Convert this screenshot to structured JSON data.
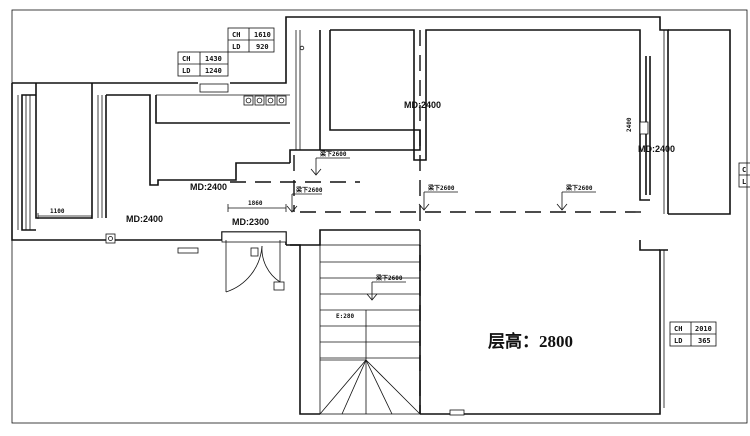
{
  "rooms": {
    "living": "MD:2400",
    "kitchen": "MD:2400",
    "upper": "MD:2400",
    "balcony_right": "MD:2400",
    "entrance": "MD:2300"
  },
  "floor_height": "层高：2800",
  "dims": {
    "left_width": "1100",
    "door_width": "1860",
    "right_length": "2400",
    "stair_step": "E:280"
  },
  "drops": {
    "d1": "梁下2600",
    "d2": "梁下2600",
    "d3": "梁下2600",
    "d4": "梁下2600",
    "d5": "梁下2600"
  },
  "tags": {
    "t1": {
      "row1_a": "CH",
      "row1_b": "1610",
      "row2_a": "LD",
      "row2_b": "920"
    },
    "t2": {
      "row1_a": "CH",
      "row1_b": "1430",
      "row2_a": "LD",
      "row2_b": "1240"
    },
    "t3": {
      "row1_a": "CH",
      "row1_b": "2010",
      "row2_a": "LD",
      "row2_b": "365"
    },
    "t4": {
      "row1_a": "C",
      "row2_a": "L"
    }
  }
}
